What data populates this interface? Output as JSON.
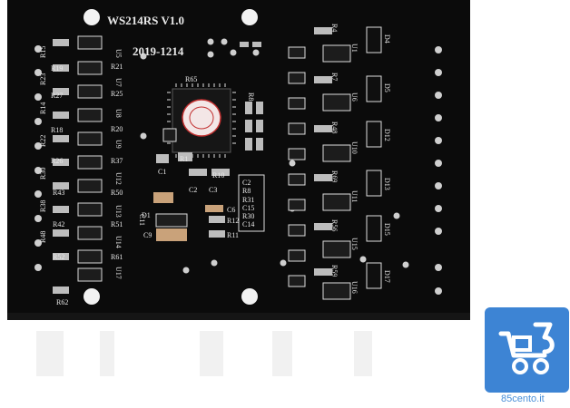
{
  "board": {
    "model_label": "WS214RS  V1.0",
    "date_label": "2019-1214",
    "colors": {
      "pcb": "#0b0b0b",
      "silk": "#e8e8e8",
      "pad": "#c9c9c9",
      "chip": "#1a1a1a"
    }
  },
  "left_labels": [
    "R15",
    "R19",
    "R23",
    "R27",
    "R14",
    "R18",
    "R22",
    "R26",
    "R30",
    "R43",
    "R38",
    "R42",
    "R48",
    "R52",
    "R62"
  ],
  "mid_labels": [
    "U5",
    "R21",
    "U7",
    "R25",
    "U8",
    "R20",
    "U9",
    "R37",
    "U12",
    "R50",
    "U13",
    "R51",
    "U14",
    "R61",
    "U17"
  ],
  "center_labels": [
    "R65",
    "C1",
    "R1",
    "C2",
    "C3",
    "C6",
    "R12",
    "R11",
    "C11",
    "D1",
    "C9",
    "R8",
    "R10"
  ],
  "column_block": [
    "C2",
    "R8",
    "R31",
    "C15",
    "R30",
    "C14"
  ],
  "right_labels_u": [
    "U1",
    "U6",
    "U10",
    "U11",
    "U15",
    "U16"
  ],
  "right_labels_d": [
    "D4",
    "D5",
    "D12",
    "D13",
    "D15",
    "D17"
  ],
  "right_labels_r": [
    "R4",
    "R7",
    "R48",
    "R69",
    "R56",
    "R59"
  ],
  "watermark": "85cento.it",
  "logo_icon": "cart-85-icon"
}
